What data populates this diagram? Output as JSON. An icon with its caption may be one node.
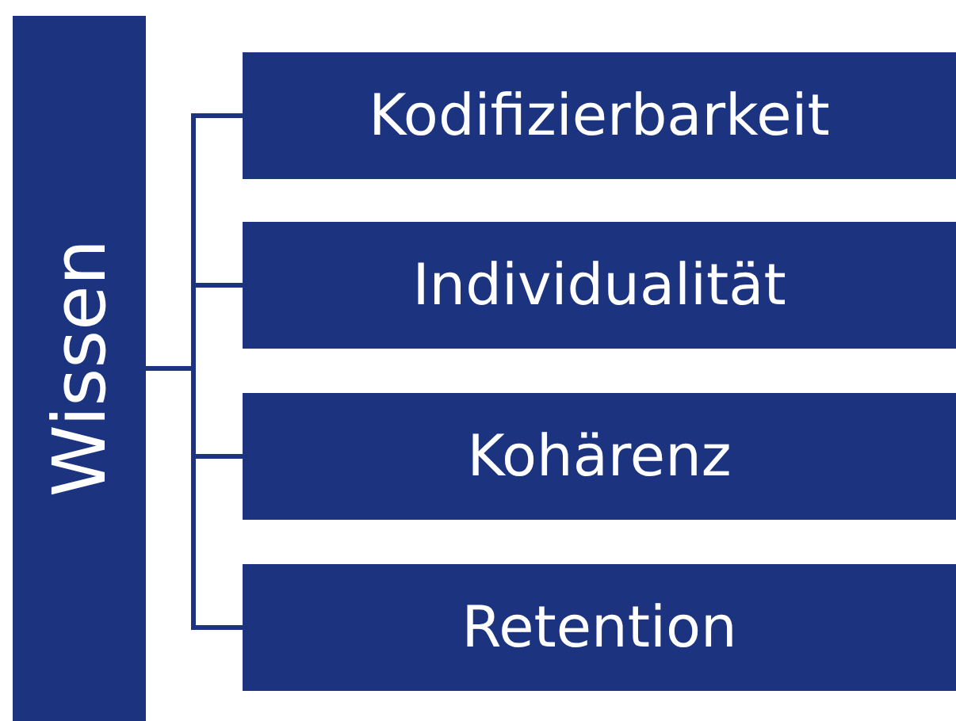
{
  "diagram": {
    "nodes": [
      {
        "text": [
          "Wissen"
        ]
      },
      {
        "text": [
          "Kodifizierbarkeit"
        ]
      },
      {
        "text": [
          "Individualität"
        ]
      },
      {
        "text": [
          "Kohärenz"
        ]
      },
      {
        "text": [
          "Retention"
        ]
      }
    ],
    "edges": [
      {
        "from": 0,
        "to": 1,
        "arrow": "none"
      },
      {
        "from": 0,
        "to": 2,
        "arrow": "none"
      },
      {
        "from": 0,
        "to": 3,
        "arrow": "none"
      },
      {
        "from": 0,
        "to": 4,
        "arrow": "none"
      }
    ]
  }
}
